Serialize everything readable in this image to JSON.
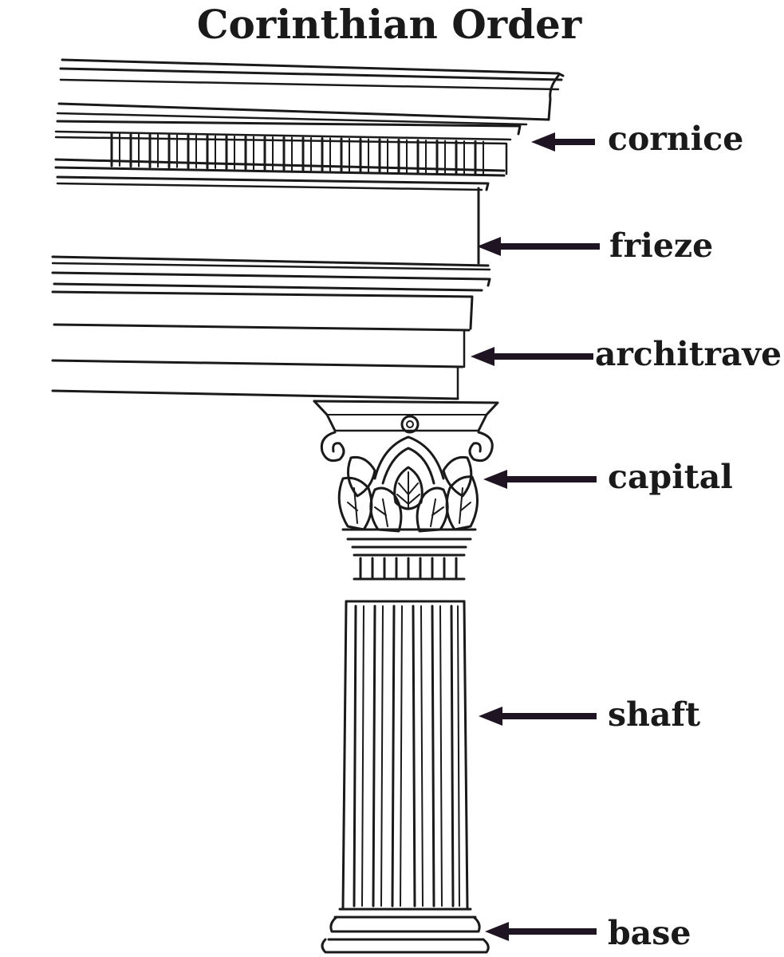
{
  "title": "Corinthian Order",
  "labels": {
    "cornice": "cornice",
    "frieze": "frieze",
    "architrave": "architrave",
    "capital": "capital",
    "shaft": "shaft",
    "base": "base"
  },
  "colors": {
    "ink": "#1a1a1a",
    "arrow": "#1e1422",
    "background": "#ffffff"
  }
}
